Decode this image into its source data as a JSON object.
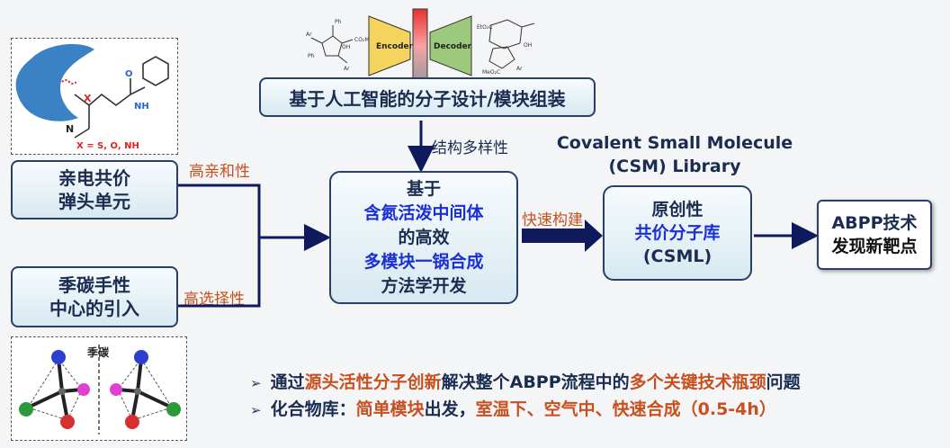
{
  "top": {
    "encoder": "Encoder",
    "decoder": "Decoder",
    "title": "基于人工智能的分子设计/模块组装",
    "diversity_label": "结构多样性"
  },
  "left": {
    "struct_text": "X = S, O, NH",
    "struct_x": "X",
    "struct_nh": "NH",
    "struct_o": "O",
    "struct_n": "N",
    "warhead": [
      "亲电共价",
      "弹头单元"
    ],
    "warhead_label": "高亲和性",
    "quaternary": [
      "季碳手性",
      "中心的引入"
    ],
    "quaternary_label": "高选择性",
    "quaternary_caption": "季碳"
  },
  "center": {
    "lines": [
      "基于",
      "含氮活泼中间体",
      "的高效",
      "多模块一锅合成",
      "方法学开发"
    ],
    "arrow_label": "快速构建"
  },
  "csm": {
    "title": "Covalent Small Molecule",
    "title2": "(CSM) Library",
    "lines": [
      "原创性",
      "共价分子库",
      "(CSML)"
    ]
  },
  "abpp": {
    "lines": [
      "ABPP技术",
      "发现新靶点"
    ]
  },
  "bullets": {
    "b1": [
      "通过",
      "源头活性分子创新",
      "解决整个ABPP流程中的",
      "多个关键技术瓶颈",
      "问题"
    ],
    "b2": [
      "化合物库：",
      "简单模块",
      "出发，",
      "室温下、空气中、快速合成",
      "（0.5-4h）"
    ]
  },
  "colors": {
    "navy": "#1a2d50",
    "blue": "#1a2fd6",
    "orange": "#c8501e",
    "arrow": "#0f1a5c",
    "encoder": "#f4d35e",
    "decoder": "#9cc97b",
    "latent": "#d62a2a"
  }
}
